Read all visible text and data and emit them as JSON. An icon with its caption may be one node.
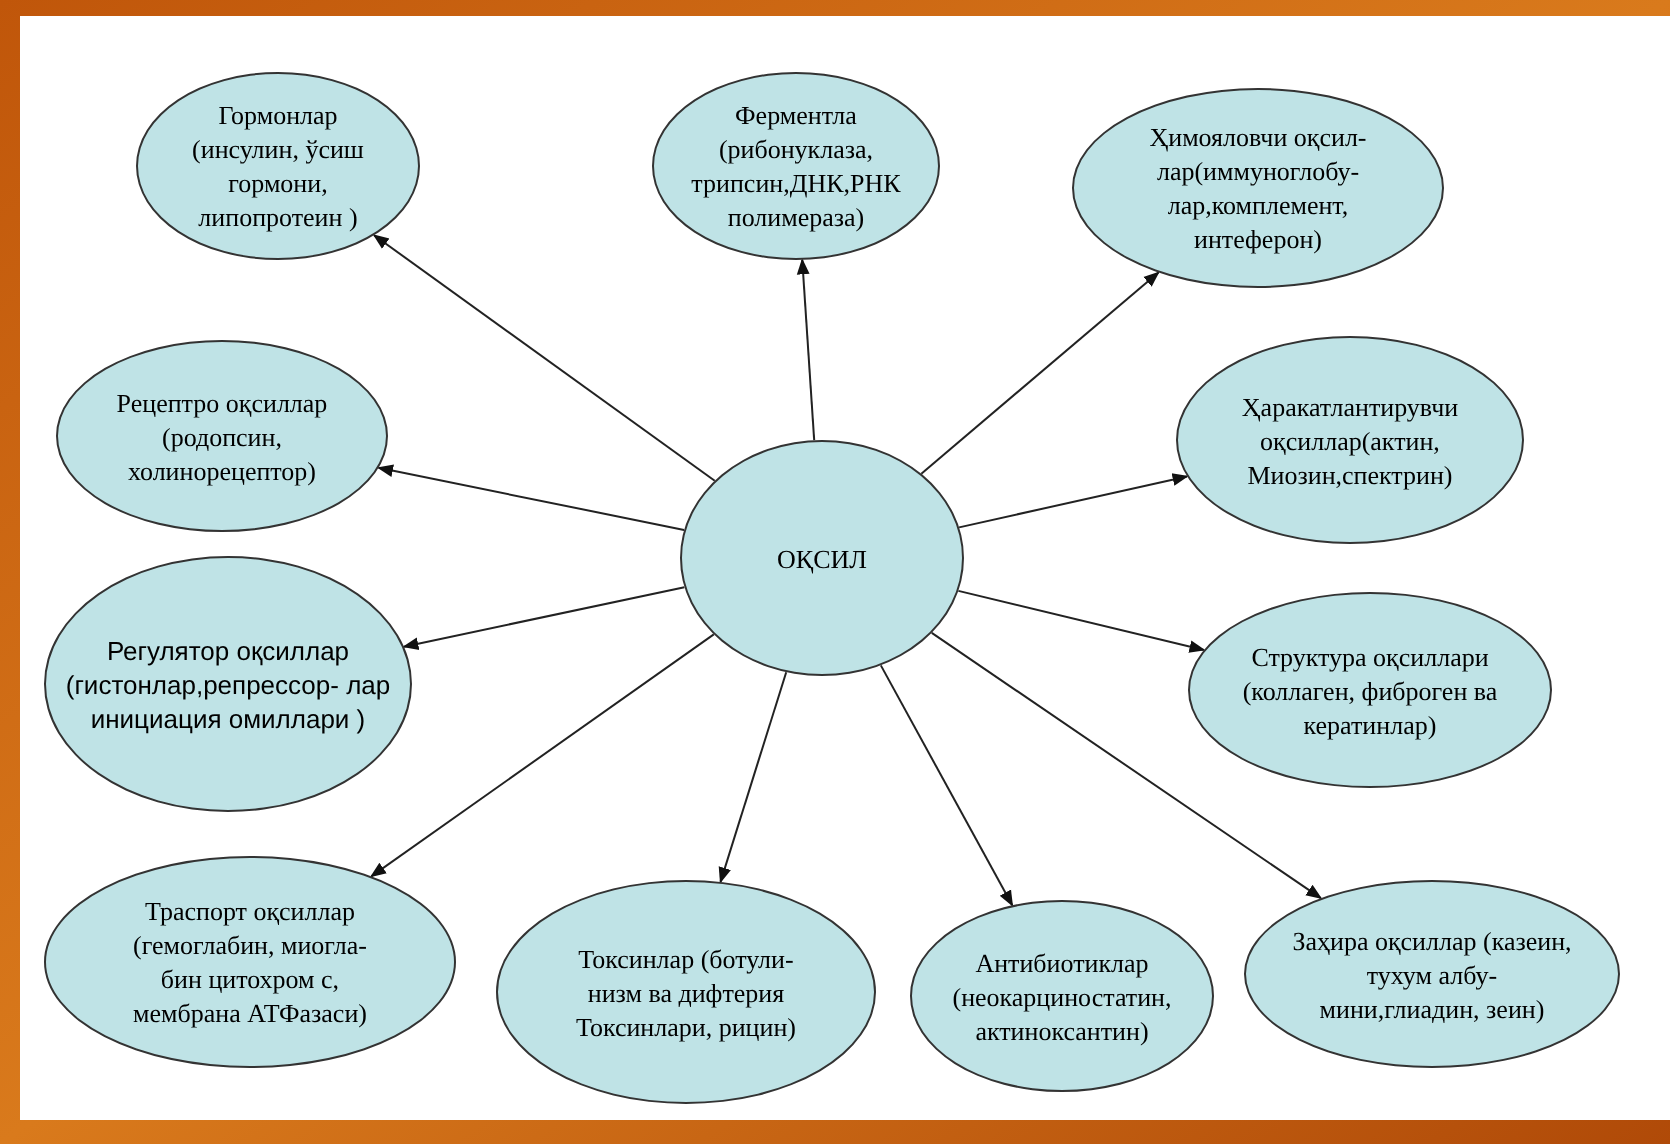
{
  "diagram": {
    "nodes": [
      {
        "text": [
          "ОҚСИЛ"
        ]
      },
      {
        "text": [
          "Гормонлар (инсулин, ўсиш гормони, липопротеин )"
        ]
      },
      {
        "text": [
          "Ферментла (рибонуклаза, трипсин,ДНК,РНК полимераза)"
        ]
      },
      {
        "text": [
          "Ҳимояловчи оқсил- лар(иммуноглобу- лар,комплемент, интеферон)"
        ]
      },
      {
        "text": [
          "Рецептро оқсиллар (родопсин, холинорецептор)"
        ]
      },
      {
        "text": [
          "Ҳаракатлантирувчи оқсиллар(актин, Миозин,спектрин)"
        ]
      },
      {
        "text": [
          "Регулятор оқсиллар (гистонлар,репрессор- лар инициация омиллари )"
        ]
      },
      {
        "text": [
          "Структура оқсиллари (коллаген, фиброген ва кератинлар)"
        ]
      },
      {
        "text": [
          "Траспорт оқсиллар (гемоглабин, миогла- бин цитохром с, мембрана АТФазаси)"
        ]
      },
      {
        "text": [
          "Токсинлар (ботули- низм ва дифтерия Токсинлари, рицин)"
        ]
      },
      {
        "text": [
          "Антибиотиклар (неокарциностатин, актиноксантин)"
        ]
      },
      {
        "text": [
          "Заҳира оқсиллар (казеин, тухум албу- мини,глиадин, зеин)"
        ]
      }
    ],
    "edges": [
      {
        "from": 0,
        "to": 1,
        "arrow": "to"
      },
      {
        "from": 0,
        "to": 2,
        "arrow": "to"
      },
      {
        "from": 0,
        "to": 3,
        "arrow": "to"
      },
      {
        "from": 0,
        "to": 4,
        "arrow": "to"
      },
      {
        "from": 0,
        "to": 5,
        "arrow": "to"
      },
      {
        "from": 0,
        "to": 6,
        "arrow": "to"
      },
      {
        "from": 0,
        "to": 7,
        "arrow": "to"
      },
      {
        "from": 0,
        "to": 8,
        "arrow": "to"
      },
      {
        "from": 0,
        "to": 9,
        "arrow": "to"
      },
      {
        "from": 0,
        "to": 10,
        "arrow": "to"
      },
      {
        "from": 0,
        "to": 11,
        "arrow": "to"
      }
    ]
  }
}
